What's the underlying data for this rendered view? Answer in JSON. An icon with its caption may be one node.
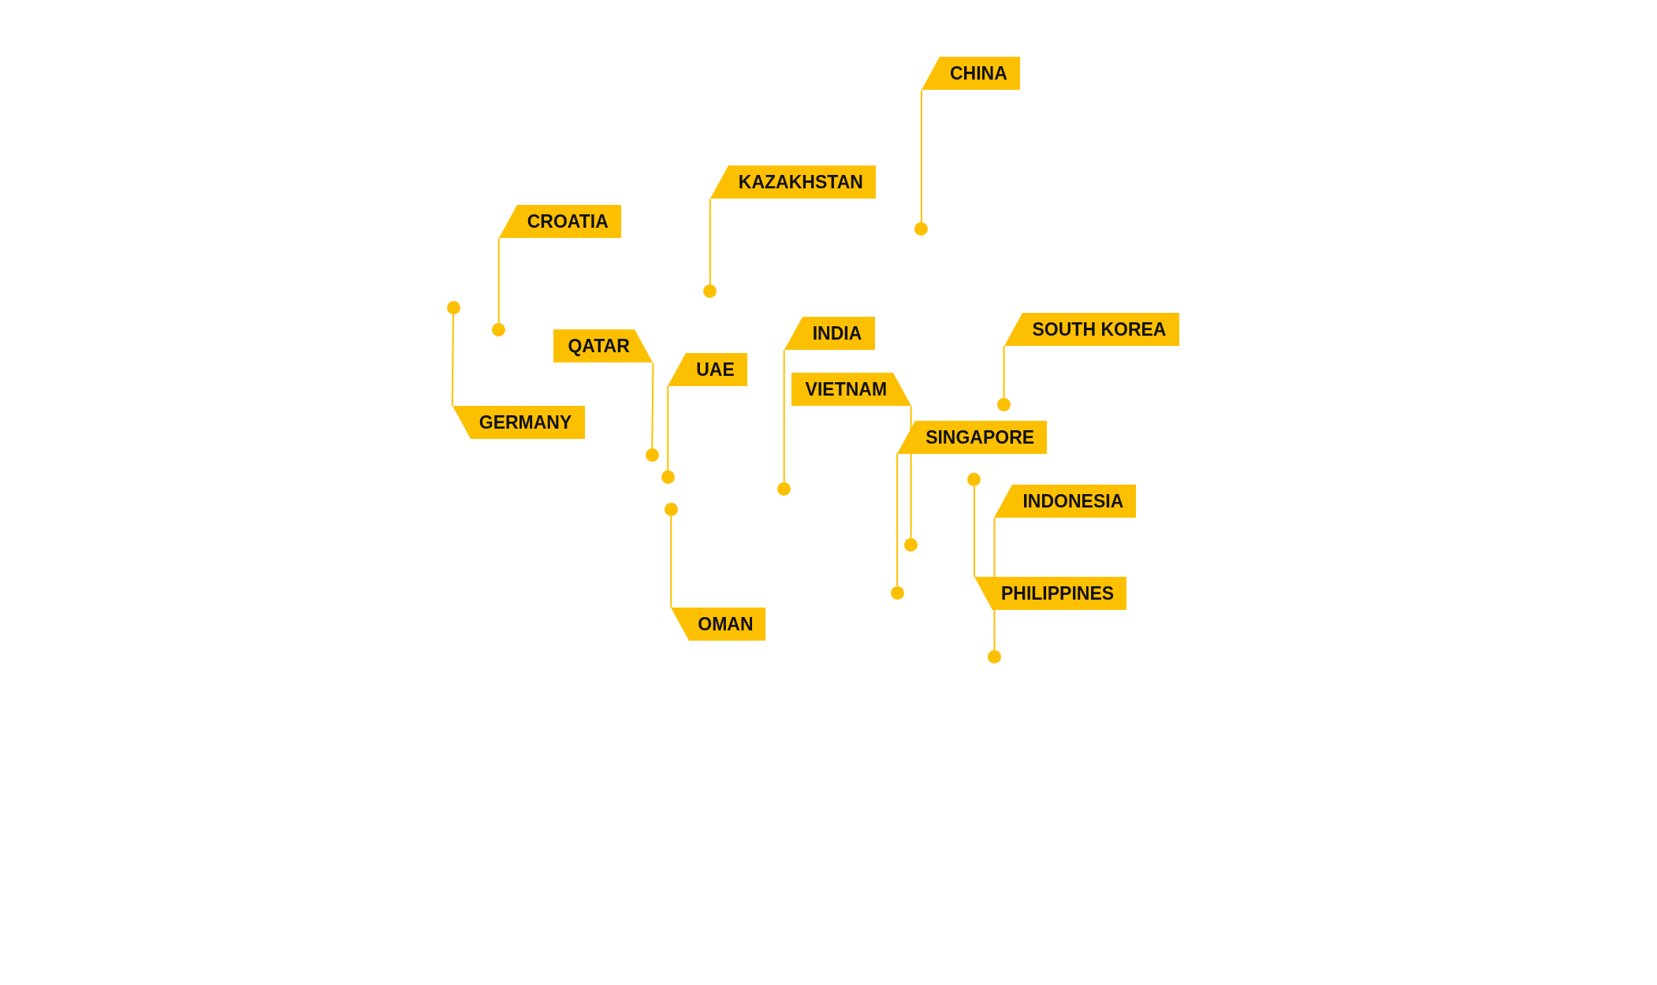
{
  "diagram": {
    "nodes": [
      {
        "text": [
          "CHINA"
        ]
      },
      {
        "text": [
          "KAZAKHSTAN"
        ]
      },
      {
        "text": [
          "CROATIA"
        ]
      },
      {
        "text": [
          "SOUTH KOREA"
        ]
      },
      {
        "text": [
          "INDIA"
        ]
      },
      {
        "text": [
          "QATAR"
        ]
      },
      {
        "text": [
          "UAE"
        ]
      },
      {
        "text": [
          "VIETNAM"
        ]
      },
      {
        "text": [
          "GERMANY"
        ]
      },
      {
        "text": [
          "SINGAPORE"
        ]
      },
      {
        "text": [
          "INDONESIA"
        ]
      },
      {
        "text": [
          "PHILIPPINES"
        ]
      },
      {
        "text": [
          "OMAN"
        ]
      },
      {
        "text": [],
        "shape": "circle"
      },
      {
        "text": [],
        "shape": "circle"
      },
      {
        "text": [],
        "shape": "circle"
      },
      {
        "text": [],
        "shape": "circle"
      },
      {
        "text": [],
        "shape": "circle"
      },
      {
        "text": [],
        "shape": "circle"
      },
      {
        "text": [],
        "shape": "circle"
      },
      {
        "text": [],
        "shape": "circle"
      },
      {
        "text": [],
        "shape": "circle"
      },
      {
        "text": [],
        "shape": "circle"
      },
      {
        "text": [],
        "shape": "circle"
      },
      {
        "text": [],
        "shape": "circle"
      },
      {
        "text": [],
        "shape": "circle"
      }
    ],
    "edges": [
      {
        "from": 0,
        "to": 13,
        "arrow": "none"
      },
      {
        "from": 1,
        "to": 14,
        "arrow": "none"
      },
      {
        "from": 2,
        "to": 15,
        "arrow": "none"
      },
      {
        "from": 3,
        "to": 16,
        "arrow": "none"
      },
      {
        "from": 4,
        "to": 17,
        "arrow": "none"
      },
      {
        "from": 5,
        "to": 18,
        "arrow": "none"
      },
      {
        "from": 6,
        "to": 19,
        "arrow": "none"
      },
      {
        "from": 7,
        "to": 20,
        "arrow": "none"
      },
      {
        "from": 8,
        "to": 21,
        "arrow": "none"
      },
      {
        "from": 9,
        "to": 22,
        "arrow": "none"
      },
      {
        "from": 10,
        "to": 23,
        "arrow": "none"
      },
      {
        "from": 11,
        "to": 24,
        "arrow": "none"
      },
      {
        "from": 12,
        "to": 25,
        "arrow": "none"
      }
    ]
  }
}
